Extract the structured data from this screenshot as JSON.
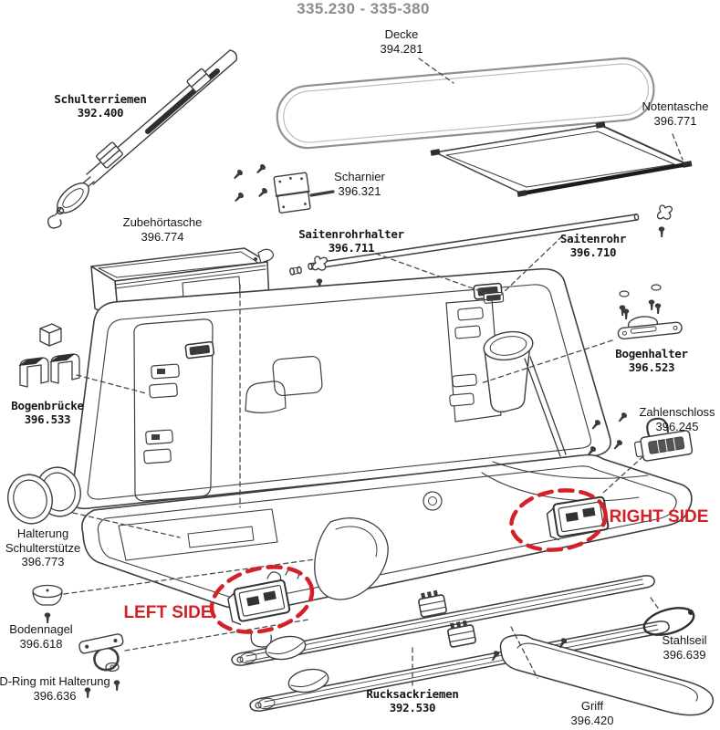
{
  "title": "335.230 - 335-380",
  "colors": {
    "annotation_red": "#d42127",
    "title_gray": "#8c8c8c",
    "line_dark": "#3d3d3d",
    "lid_gray": "#8f8f8f"
  },
  "labels": {
    "schulterriemen": {
      "name": "Schulterriemen",
      "number": "392.400"
    },
    "decke": {
      "name": "Decke",
      "number": "394.281"
    },
    "notentasche": {
      "name": "Notentasche",
      "number": "396.771"
    },
    "scharnier": {
      "name": "Scharnier",
      "number": "396.321"
    },
    "zubehoertasche": {
      "name": "Zubehörtasche",
      "number": "396.774"
    },
    "saitenrohrhalter": {
      "name": "Saitenrohrhalter",
      "number": "396.711"
    },
    "saitenrohr": {
      "name": "Saitenrohr",
      "number": "396.710"
    },
    "bogenhalter": {
      "name": "Bogenhalter",
      "number": "396.523"
    },
    "bogenbruecke": {
      "name": "Bogenbrücke",
      "number": "396.533"
    },
    "zahlenschloss": {
      "name": "Zahlenschloss",
      "number": "396.245"
    },
    "halterung": {
      "name_line1": "Halterung",
      "name_line2": "Schulterstütze",
      "number": "396.773"
    },
    "right_side": {
      "text": "RIGHT SIDE"
    },
    "left_side": {
      "text": "LEFT SIDE"
    },
    "bodennagel": {
      "name": "Bodennagel",
      "number": "396.618"
    },
    "stahlseil": {
      "name": "Stahlseil",
      "number": "396.639"
    },
    "dring": {
      "name": "D-Ring mit Halterung",
      "number": "396.636"
    },
    "rucksackriemen": {
      "name": "Rucksackriemen",
      "number": "392.530"
    },
    "griff": {
      "name": "Griff",
      "number": "396.420"
    }
  }
}
